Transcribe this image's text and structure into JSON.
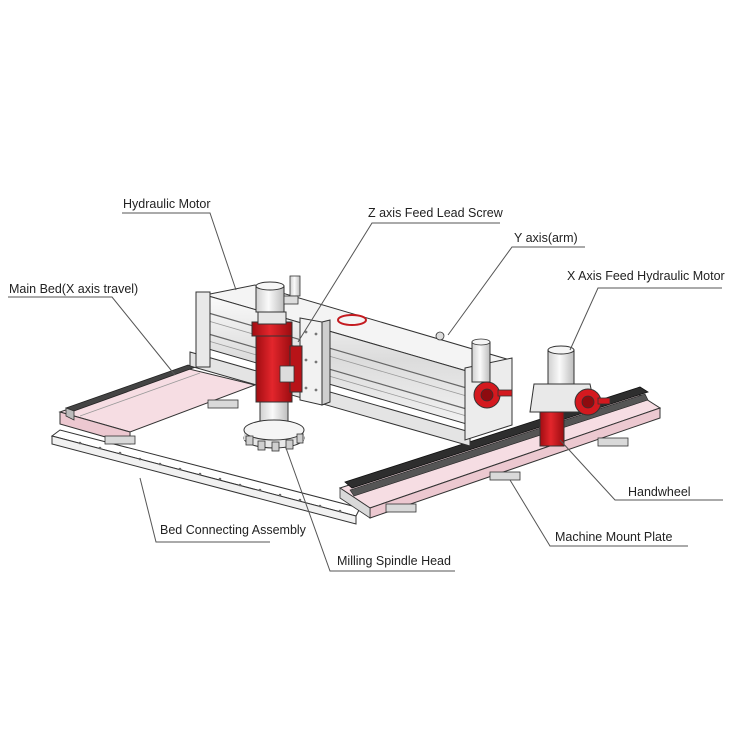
{
  "labels": {
    "hydraulic_motor": "Hydraulic Motor",
    "z_axis_screw": "Z axis Feed Lead Screw",
    "y_axis_arm": "Y axis(arm)",
    "x_axis_motor": "X Axis Feed Hydraulic Motor",
    "main_bed": "Main Bed(X axis travel)",
    "handwheel": "Handwheel",
    "bed_connecting": "Bed Connecting Assembly",
    "machine_mount_plate": "Machine Mount Plate",
    "milling_spindle": "Milling Spindle Head"
  },
  "colors": {
    "accent_red": "#d4191f",
    "bed_pink": "#f6dde3",
    "line_gray": "#555555",
    "steel": "#e7e7e7",
    "rail_dark": "#333333"
  }
}
